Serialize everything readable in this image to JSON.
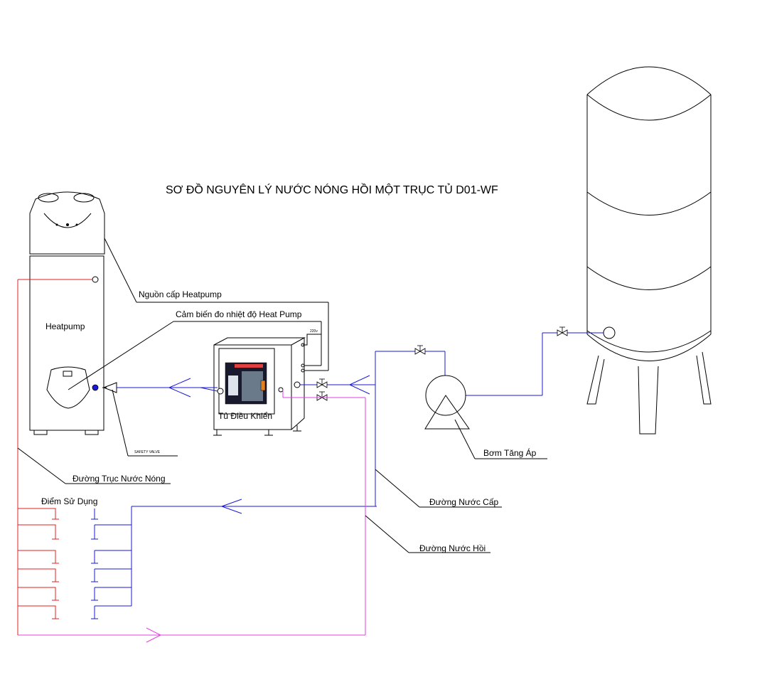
{
  "title": "SƠ ĐỒ NGUYÊN LÝ NƯỚC NÓNG HỒI MỘT TRỤC TỦ D01-WF",
  "labels": {
    "heatpump": "Heatpump",
    "power_supply": "Nguồn cấp Heatpump",
    "temp_sensor": "Cảm biến đo nhiệt độ Heat Pump",
    "control_cabinet": "Tủ Điều Khiển",
    "voltage": "220v",
    "safety_valve": "SAFETY VALVE",
    "hot_water_main": "Đường Trục Nước Nóng",
    "usage_points": "Điểm Sử Dụng",
    "booster_pump": "Bơm Tăng Áp",
    "supply_line": "Đường Nước Cấp",
    "return_line": "Đường Nước Hồi"
  },
  "colors": {
    "hot_line": "#e02020",
    "cold_line": "#1a1ad6",
    "return_line": "#e040e0",
    "outline": "#000000"
  }
}
